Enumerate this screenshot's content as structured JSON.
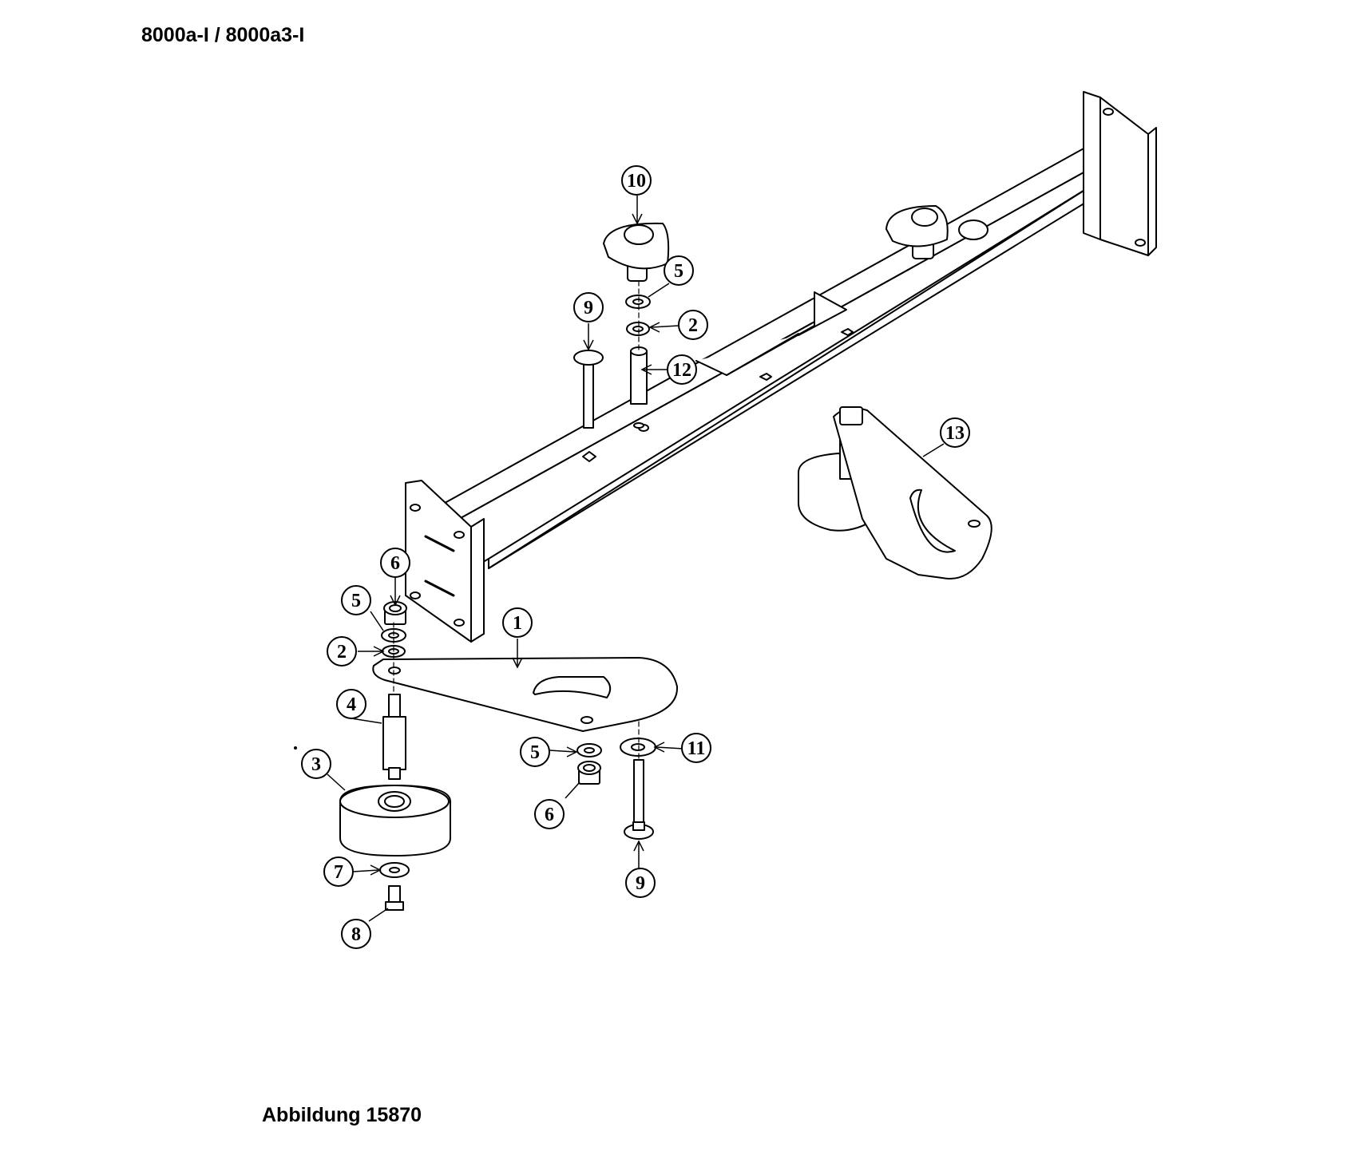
{
  "header": {
    "title": "8000a-I / 8000a3-I"
  },
  "figure": {
    "caption": "Abbildung 15870"
  },
  "balloons": [
    {
      "label": "10"
    },
    {
      "label": "5"
    },
    {
      "label": "9"
    },
    {
      "label": "2"
    },
    {
      "label": "12"
    },
    {
      "label": "13"
    },
    {
      "label": "6"
    },
    {
      "label": "5"
    },
    {
      "label": "2"
    },
    {
      "label": "1"
    },
    {
      "label": "4"
    },
    {
      "label": "3"
    },
    {
      "label": "5"
    },
    {
      "label": "11"
    },
    {
      "label": "6"
    },
    {
      "label": "9"
    },
    {
      "label": "7"
    },
    {
      "label": "8"
    }
  ]
}
